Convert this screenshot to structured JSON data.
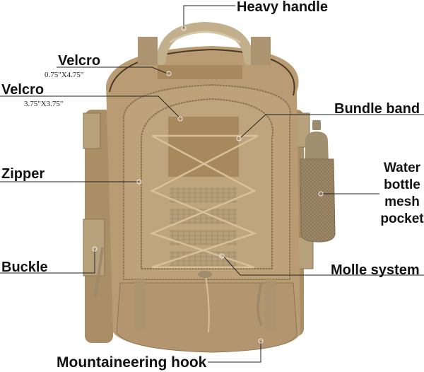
{
  "image": {
    "subject": "tactical backpack",
    "color_hex": "#b99c73",
    "background_hex": "#ffffff"
  },
  "callouts": {
    "heavy_handle": {
      "label": "Heavy handle"
    },
    "velcro_top": {
      "label": "Velcro",
      "size": "0.75\"X4.75\""
    },
    "velcro_front": {
      "label": "Velcro",
      "size": "3.75\"X3.75\""
    },
    "bundle_band": {
      "label": "Bundle band"
    },
    "zipper": {
      "label": "Zipper"
    },
    "water_bottle": {
      "line1": "Water",
      "line2": "bottle",
      "line3": "mesh",
      "line4": "pocket"
    },
    "buckle": {
      "label": "Buckle"
    },
    "molle_system": {
      "label": "Molle system"
    },
    "mountaineering_hook": {
      "label": "Mountaineering hook"
    }
  }
}
